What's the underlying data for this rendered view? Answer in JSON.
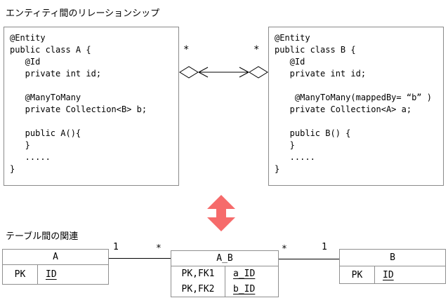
{
  "headings": {
    "entity_section": "エンティティ間のリレーションシップ",
    "table_section": "テーブル間の関連"
  },
  "entity_a": {
    "lines": [
      "@Entity",
      "public class A {",
      "   @Id",
      "   private int id;",
      "",
      "   @ManyToMany",
      "   private Collection<B> b;",
      "",
      "   public A(){",
      "   }",
      "   .....",
      "}"
    ]
  },
  "entity_b": {
    "lines": [
      "@Entity",
      "public class B {",
      "   @Id",
      "   private int id;",
      "",
      "    @ManyToMany(mappedBy= “b” )",
      "   private Collection<A> a;",
      "",
      "   public B() {",
      "   }",
      "   .....",
      "}"
    ]
  },
  "relationship": {
    "left_multiplicity": "*",
    "right_multiplicity": "*"
  },
  "mapping_arrow": {
    "color": "#F66B6B"
  },
  "tables": {
    "a": {
      "title": "A",
      "rows": [
        {
          "key": "PK",
          "value": "ID"
        }
      ]
    },
    "ab": {
      "title": "A_B",
      "rows": [
        {
          "key": "PK,FK1",
          "value": "a_ID"
        },
        {
          "key": "PK,FK2",
          "value": "b_ID"
        }
      ]
    },
    "b": {
      "title": "B",
      "rows": [
        {
          "key": "PK",
          "value": "ID"
        }
      ]
    }
  },
  "connectors": {
    "a_to_ab": {
      "left_label": "1",
      "right_label": "*"
    },
    "ab_to_b": {
      "left_label": "*",
      "right_label": "1"
    }
  }
}
